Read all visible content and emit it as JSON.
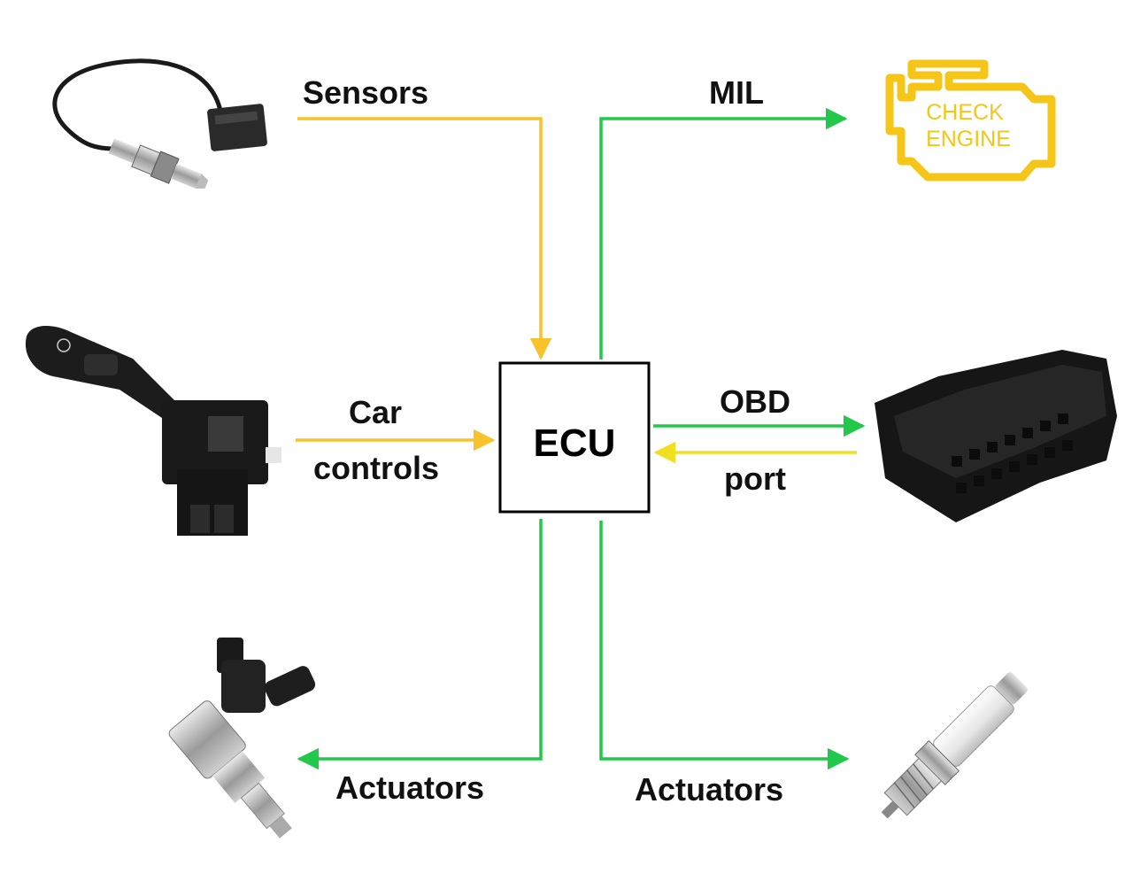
{
  "colors": {
    "input_flow": "#f7c22c",
    "output_flow": "#22c84a",
    "obd_return": "#f0e020",
    "check_engine": "#f5c518"
  },
  "ecu": {
    "label": "ECU"
  },
  "labels": {
    "sensors": "Sensors",
    "car": "Car",
    "controls": "controls",
    "mil": "MIL",
    "obd": "OBD",
    "port": "port",
    "actuators_left": "Actuators",
    "actuators_right": "Actuators"
  },
  "check_engine": {
    "line1": "CHECK",
    "line2": "ENGINE"
  },
  "components": {
    "sensor": "oxygen-sensor-icon",
    "controls": "combination-switch-icon",
    "injector": "fuel-injector-icon",
    "mil": "check-engine-light-icon",
    "obd": "obd-connector-icon",
    "spark_plug": "spark-plug-icon"
  }
}
